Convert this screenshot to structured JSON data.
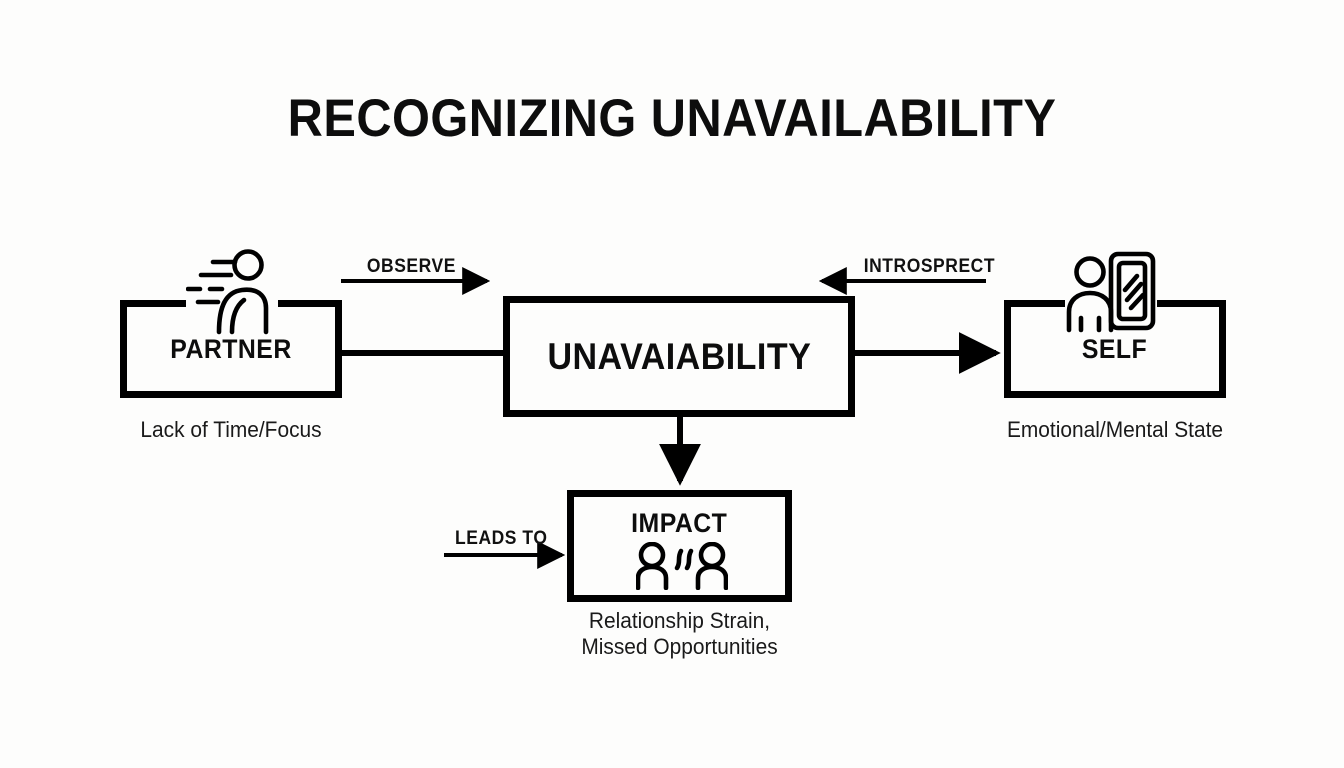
{
  "title": "RECOGNIZING UNAVAILABILITY",
  "background_color": "#fdfdfc",
  "stroke_color": "#000000",
  "nodes": {
    "partner": {
      "label": "PARTNER",
      "caption": "Lack of Time/Focus",
      "icon": "running-person-icon"
    },
    "unavailability": {
      "label": "UNAVAIABILITY"
    },
    "self": {
      "label": "SELF",
      "caption": "Emotional/Mental State",
      "icon": "person-mirror-icon"
    },
    "impact": {
      "label": "IMPACT",
      "caption": "Relationship Strain,\nMissed Opportunities",
      "icon": "two-people-split-icon"
    }
  },
  "links": {
    "observe": {
      "label": "OBSERVE",
      "direction": "right",
      "from": "partner",
      "to": "unavailability"
    },
    "introspect": {
      "label": "INTROSPRECT",
      "direction": "left",
      "from": "self",
      "to": "unavailability"
    },
    "leads_to": {
      "label": "LEADS TO",
      "direction": "right",
      "to": "impact"
    }
  }
}
